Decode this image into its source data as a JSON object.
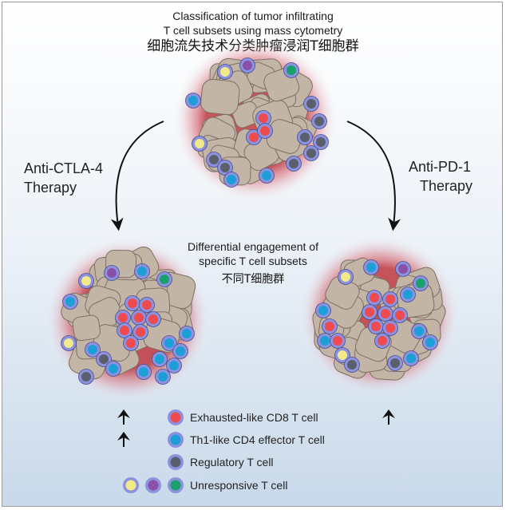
{
  "header": {
    "line1": "Classification of tumor infiltrating",
    "line2": "T cell subsets using mass cytometry",
    "chinese": "细胞流失技术分类肿瘤浸润T细胞群"
  },
  "left_therapy": {
    "line1": "Anti-CTLA-4",
    "line2": "Therapy"
  },
  "right_therapy": {
    "line1": "Anti-PD-1",
    "line2": "Therapy"
  },
  "middle": {
    "line1": "Differential engagement of",
    "line2": "specific T cell subsets",
    "chinese": "不同T细胞群"
  },
  "legend": [
    {
      "label": "Exhausted-like CD8 T cell",
      "color": "#ef4a4e"
    },
    {
      "label": "Th1-like CD4 effector T cell",
      "color": "#1b9fd6"
    },
    {
      "label": "Regulatory T cell",
      "color": "#5a5f6b"
    },
    {
      "label": "Unresponsive T cell",
      "colors": [
        "#f2ea8a",
        "#8a4fa6",
        "#1aa06a"
      ]
    }
  ],
  "colors": {
    "tumor_cell": "#c3b5a6",
    "halo": "#c0363e",
    "cell_ring": "#8c92e0",
    "arrow": "#111111"
  }
}
